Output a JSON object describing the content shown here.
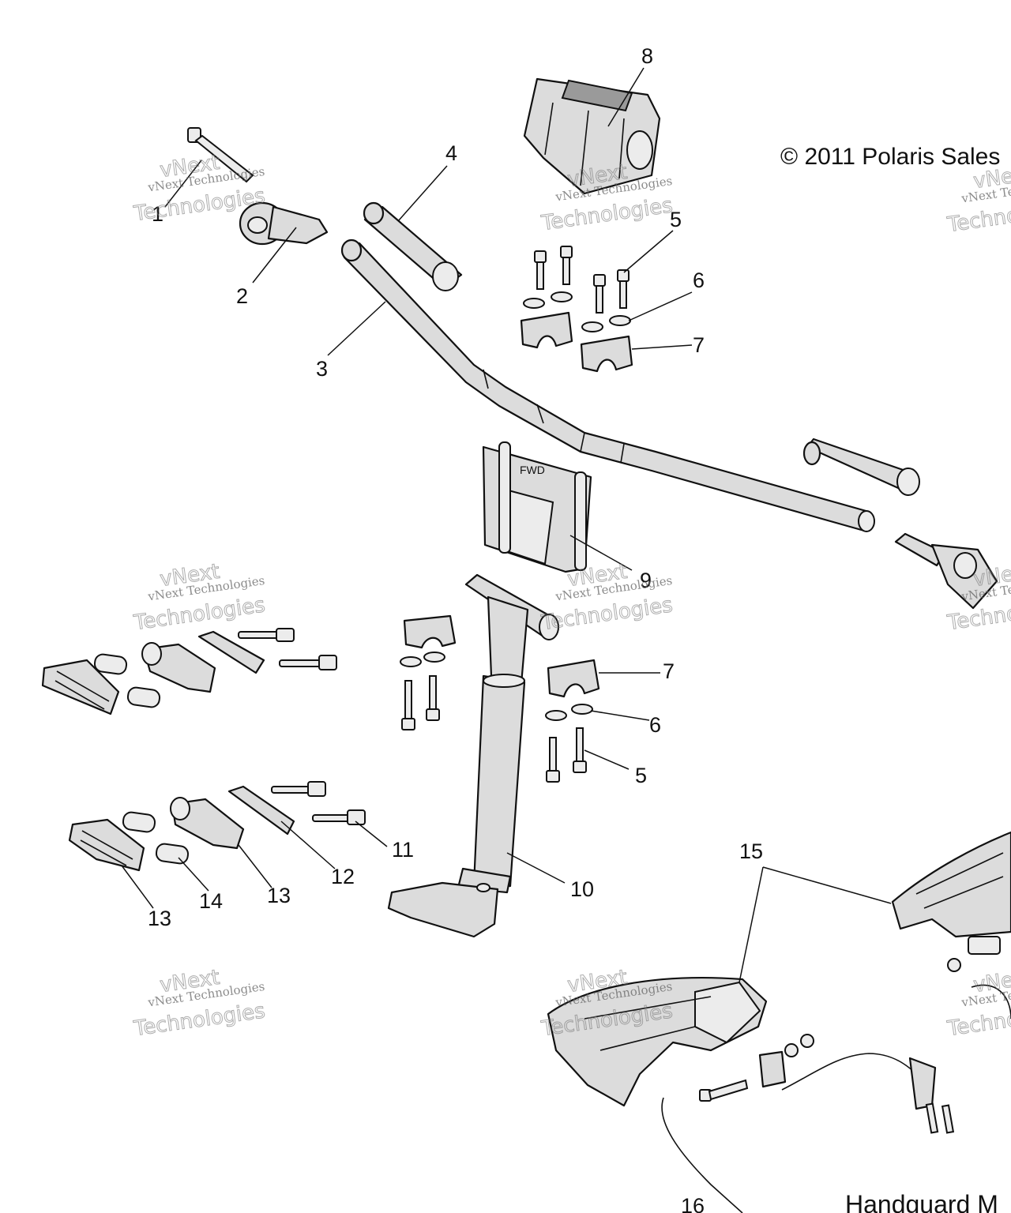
{
  "copyright": "© 2011 Polaris Sales",
  "footer_title": "Handguard M",
  "callouts": {
    "c1": "1",
    "c2": "2",
    "c3": "3",
    "c4": "4",
    "c5a": "5",
    "c5b": "5",
    "c6a": "6",
    "c6b": "6",
    "c7a": "7",
    "c7b": "7",
    "c8": "8",
    "c9": "9",
    "c10": "10",
    "c11": "11",
    "c12": "12",
    "c13a": "13",
    "c13b": "13",
    "c14": "14",
    "c15": "15",
    "c16": "16"
  },
  "watermark": {
    "brand": "vNext",
    "company": "vNext Technologies",
    "tech": "Technologies"
  },
  "riser_label": "FWD",
  "colors": {
    "line": "#111111",
    "fill": "#dcdcdc",
    "background": "#ffffff",
    "watermark": "#777777"
  }
}
